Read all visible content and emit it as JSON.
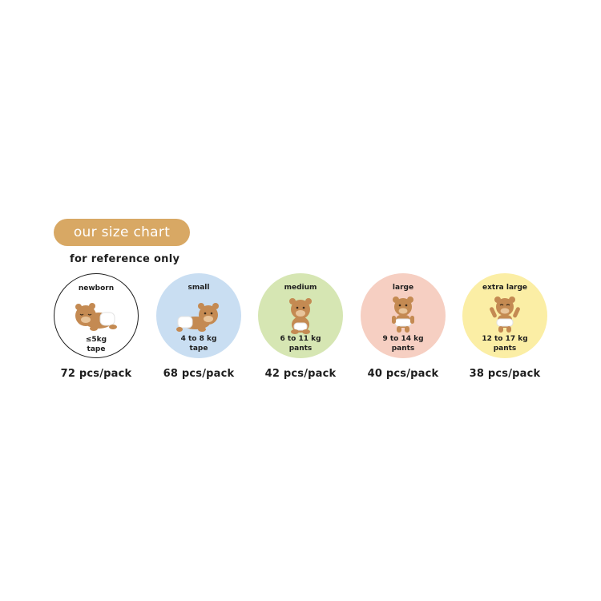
{
  "header": {
    "title": "our size chart",
    "subtitle": "for reference only"
  },
  "colors": {
    "pill": "#d8a864",
    "small": "#c9def2",
    "medium": "#d6e6b3",
    "large": "#f6cfc2",
    "extra_large": "#fbeea5",
    "bear": "#c48a52"
  },
  "sizes": [
    {
      "name": "newborn",
      "weight": "≤5kg",
      "type": "tape",
      "pack": "72 pcs/pack",
      "icon": "sleeping-bear-icon"
    },
    {
      "name": "small",
      "weight": "4 to 8 kg",
      "type": "tape",
      "pack": "68 pcs/pack",
      "icon": "crawling-bear-icon"
    },
    {
      "name": "medium",
      "weight": "6 to 11 kg",
      "type": "pants",
      "pack": "42 pcs/pack",
      "icon": "sitting-bear-icon"
    },
    {
      "name": "large",
      "weight": "9 to 14 kg",
      "type": "pants",
      "pack": "40 pcs/pack",
      "icon": "standing-bear-icon"
    },
    {
      "name": "extra large",
      "weight": "12 to 17 kg",
      "type": "pants",
      "pack": "38 pcs/pack",
      "icon": "cheering-bear-icon"
    }
  ]
}
